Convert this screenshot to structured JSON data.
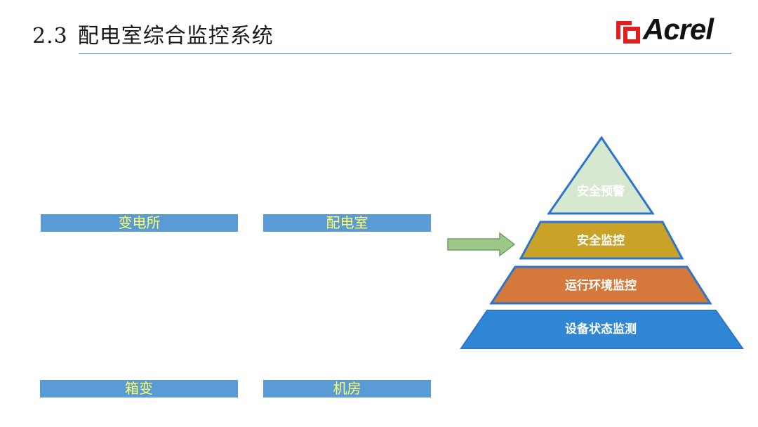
{
  "header": {
    "section_number": "2.3",
    "title": "配电室综合监控系统",
    "logo_text": "Acrel"
  },
  "boxes": [
    {
      "label": "变电所"
    },
    {
      "label": "配电室"
    },
    {
      "label": "箱变"
    },
    {
      "label": "机房"
    }
  ],
  "pyramid": {
    "levels": [
      {
        "label": "安全预警",
        "color": "#d6e8d0"
      },
      {
        "label": "安全监控",
        "color": "#c9a227"
      },
      {
        "label": "运行环境监控",
        "color": "#d4783c"
      },
      {
        "label": "设备状态监测",
        "color": "#2e86d4"
      }
    ],
    "stroke_color": "#2e75c9"
  },
  "arrow": {
    "color": "#9dc88a"
  },
  "colors": {
    "box_fill": "#5b9bd5",
    "box_text": "#ffff66",
    "logo_red": "#e02020"
  }
}
